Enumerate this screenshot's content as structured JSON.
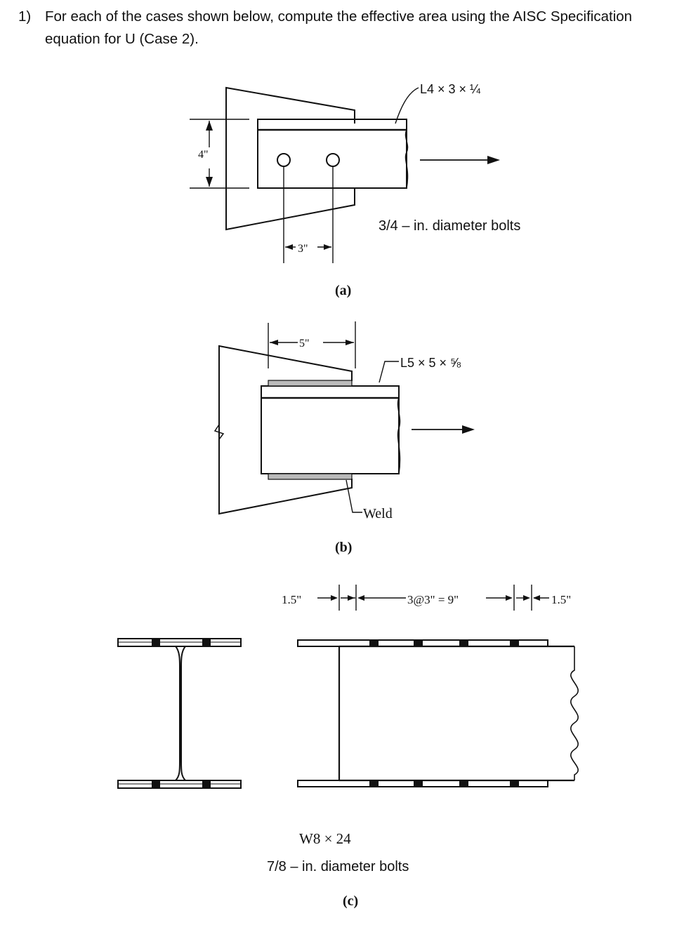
{
  "question": {
    "number": "1)",
    "line1": "For each of the cases shown below, compute the effective area using the AISC Specification",
    "line2": "equation for U (Case 2)."
  },
  "figure_a": {
    "angle_label": "L4 × 3 × ¼",
    "dim_leg": "4\"",
    "dim_spacing": "3\"",
    "bolt_note": "3/4 – in.  diameter bolts",
    "caption": "(a)"
  },
  "figure_b": {
    "dim_weld_length": "5\"",
    "angle_label": "L5 × 5 × ⅝",
    "weld_label": "Weld",
    "caption": "(b)"
  },
  "figure_c": {
    "dim_left_edge": "1.5\"",
    "dim_spacing": "3@3\" = 9\"",
    "dim_right_edge": "1.5\"",
    "section_label": "W8 × 24",
    "bolt_note": "7/8 – in.  diameter bolts",
    "caption": "(c)"
  }
}
